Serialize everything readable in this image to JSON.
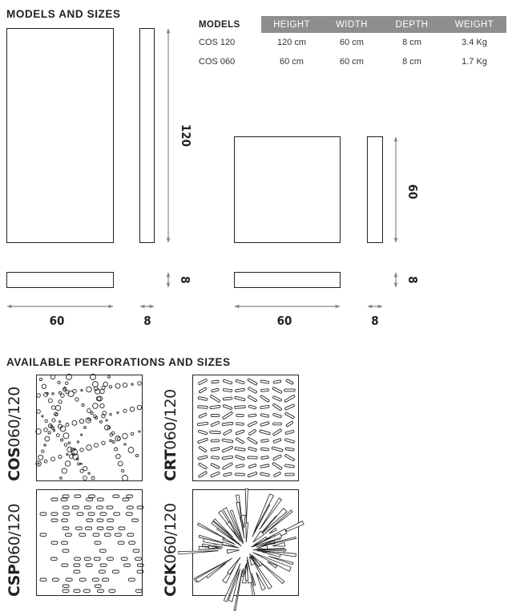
{
  "models_title": "MODELS AND SIZES",
  "table": {
    "headers": [
      "MODELS",
      "HEIGHT",
      "WIDTH",
      "DEPTH",
      "WEIGHT"
    ],
    "rows": [
      [
        "COS 120",
        "120 cm",
        "60 cm",
        "8 cm",
        "3.4 Kg"
      ],
      [
        "COS 060",
        "60 cm",
        "60 cm",
        "8 cm",
        "1.7 Kg"
      ]
    ]
  },
  "dimensions": {
    "large_height": "120",
    "large_width": "60",
    "small_height": "60",
    "small_width": "60",
    "depth": "8"
  },
  "perforations_title": "AVAILABLE PERFORATIONS AND SIZES",
  "perforations": [
    {
      "code": "COS",
      "sizes": "060/120",
      "icon": "circle-web-pattern"
    },
    {
      "code": "CRT",
      "sizes": "060/120",
      "icon": "slanted-slot-pattern"
    },
    {
      "code": "CSP",
      "sizes": "060/120",
      "icon": "oval-slot-wave-pattern"
    },
    {
      "code": "CCK",
      "sizes": "060/120",
      "icon": "crack-burst-pattern"
    }
  ],
  "colors": {
    "text": "#222222",
    "table_header": "#8e8e8e"
  }
}
